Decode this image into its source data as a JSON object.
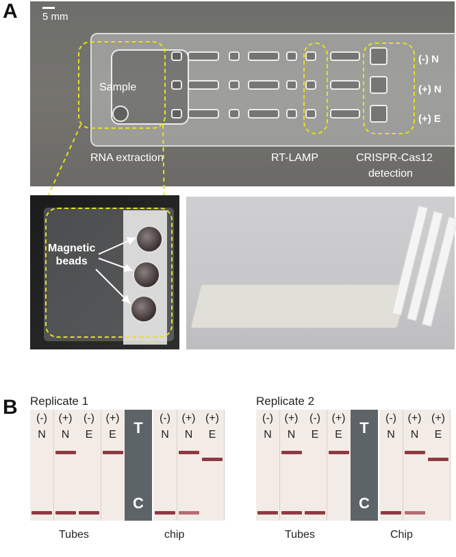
{
  "panels": {
    "a_letter": "A",
    "b_letter": "B"
  },
  "panel_a": {
    "scale_bar": "5 mm",
    "sample_label": "Sample",
    "section_labels": [
      "RNA extraction",
      "RT-LAMP",
      "CRISPR-Cas12"
    ],
    "detection_label": "detection",
    "lane_labels": [
      "(-) N",
      "(+) N",
      "(+) E"
    ],
    "beads_label_line1": "Magnetic",
    "beads_label_line2": "beads"
  },
  "panel_b": {
    "replicate_1": "Replicate 1",
    "replicate_2": "Replicate 2",
    "strip_signs": [
      "(-)",
      "(+)",
      "(-)",
      "(+)",
      "(-)",
      "(+)",
      "(+)"
    ],
    "strip_targets": [
      "N",
      "N",
      "E",
      "E",
      "N",
      "N",
      "E"
    ],
    "t_label": "T",
    "c_label": "C",
    "rep1_tubes": "Tubes",
    "rep1_chip": "chip",
    "rep2_tubes": "Tubes",
    "rep2_chip": "Chip"
  },
  "colors": {
    "dashed_outline": "#e9e21a",
    "test_band": "#8e3a42",
    "strip_background": "#f3ece6"
  }
}
